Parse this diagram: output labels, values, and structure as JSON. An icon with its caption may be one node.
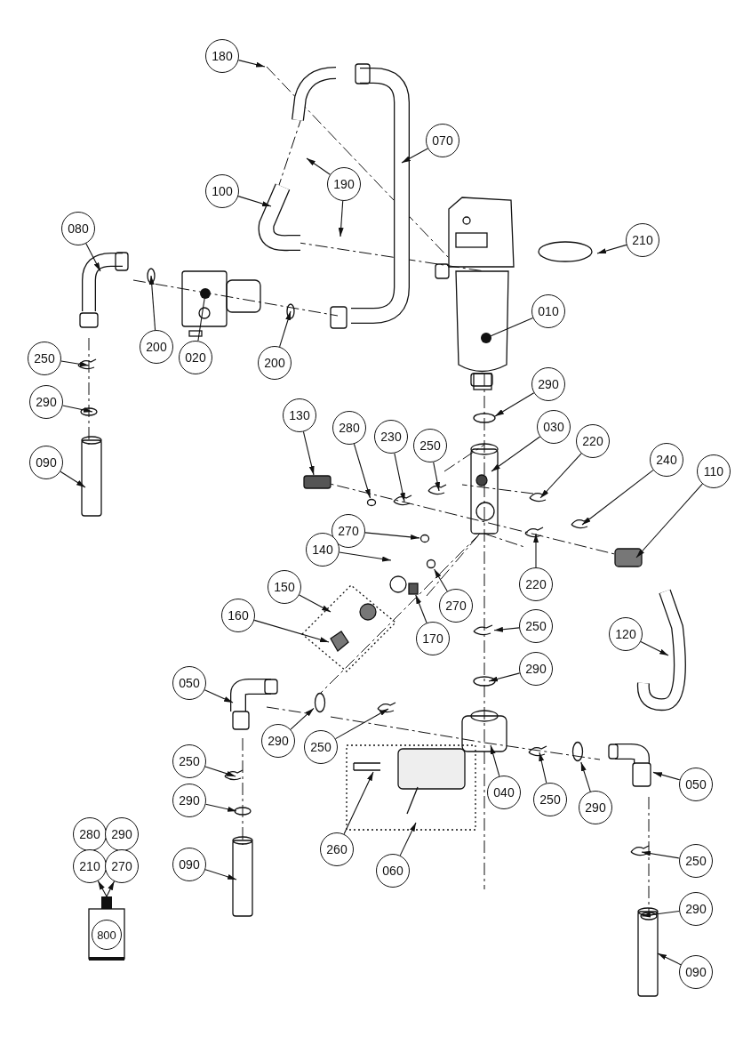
{
  "diagram": {
    "nodes": [
      {
        "text": [
          "180"
        ]
      },
      {
        "text": [
          "070"
        ]
      },
      {
        "text": [
          "190"
        ]
      },
      {
        "text": [
          "100"
        ]
      },
      {
        "text": [
          "080"
        ]
      },
      {
        "text": [
          "210"
        ]
      },
      {
        "text": [
          "010"
        ]
      },
      {
        "text": [
          "200"
        ]
      },
      {
        "text": [
          "020"
        ]
      },
      {
        "text": [
          "200"
        ]
      },
      {
        "text": [
          "250"
        ]
      },
      {
        "text": [
          "290"
        ]
      },
      {
        "text": [
          "290"
        ]
      },
      {
        "text": [
          "130"
        ]
      },
      {
        "text": [
          "280"
        ]
      },
      {
        "text": [
          "230"
        ]
      },
      {
        "text": [
          "250"
        ]
      },
      {
        "text": [
          "030"
        ]
      },
      {
        "text": [
          "220"
        ]
      },
      {
        "text": [
          "240"
        ]
      },
      {
        "text": [
          "110"
        ]
      },
      {
        "text": [
          "090"
        ]
      },
      {
        "text": [
          "270"
        ]
      },
      {
        "text": [
          "140"
        ]
      },
      {
        "text": [
          "150"
        ]
      },
      {
        "text": [
          "220"
        ]
      },
      {
        "text": [
          "270"
        ]
      },
      {
        "text": [
          "160"
        ]
      },
      {
        "text": [
          "170"
        ]
      },
      {
        "text": [
          "250"
        ]
      },
      {
        "text": [
          "120"
        ]
      },
      {
        "text": [
          "290"
        ]
      },
      {
        "text": [
          "050"
        ]
      },
      {
        "text": [
          "290"
        ]
      },
      {
        "text": [
          "250"
        ]
      },
      {
        "text": [
          "040"
        ]
      },
      {
        "text": [
          "250"
        ]
      },
      {
        "text": [
          "050"
        ]
      },
      {
        "text": [
          "250"
        ]
      },
      {
        "text": [
          "290"
        ]
      },
      {
        "text": [
          "290"
        ]
      },
      {
        "text": [
          "260"
        ]
      },
      {
        "text": [
          "060"
        ]
      },
      {
        "text": [
          "090"
        ]
      },
      {
        "text": [
          "250"
        ]
      },
      {
        "text": [
          "290"
        ]
      },
      {
        "text": [
          "090"
        ]
      },
      {
        "text": [
          "280"
        ]
      },
      {
        "text": [
          "290"
        ]
      },
      {
        "text": [
          "210"
        ]
      },
      {
        "text": [
          "270"
        ]
      },
      {
        "text": [],
        "shape": "picture"
      },
      {
        "text": [
          "800"
        ],
        "in": 51
      },
      {
        "text": [],
        "shape": "circle"
      },
      {
        "text": [],
        "shape": "box"
      },
      {
        "text": [],
        "shape": "picture"
      },
      {
        "text": [],
        "shape": "circle"
      },
      {
        "text": [],
        "shape": "picture"
      },
      {
        "text": [],
        "shape": "circle"
      },
      {
        "text": [],
        "shape": "circle"
      },
      {
        "text": [],
        "shape": "circle"
      }
    ],
    "edges": [
      {
        "from": 0,
        "to": null,
        "arrow": "to"
      },
      {
        "from": 1,
        "to": null,
        "arrow": "to"
      },
      {
        "from": 2,
        "to": null,
        "arrow": "to"
      },
      {
        "from": 2,
        "to": null,
        "arrow": "to"
      },
      {
        "from": 3,
        "to": null,
        "arrow": "to"
      },
      {
        "from": 4,
        "to": null,
        "arrow": "to"
      },
      {
        "from": 5,
        "to": null,
        "arrow": "to"
      },
      {
        "from": 6,
        "to": null,
        "arrow": "other"
      },
      {
        "from": 7,
        "to": null,
        "arrow": "to"
      },
      {
        "from": 8,
        "to": null,
        "arrow": "other"
      },
      {
        "from": 9,
        "to": null,
        "arrow": "to"
      },
      {
        "from": 10,
        "to": null,
        "arrow": "to"
      },
      {
        "from": 11,
        "to": null,
        "arrow": "to"
      },
      {
        "from": 12,
        "to": null,
        "arrow": "to"
      },
      {
        "from": 13,
        "to": null,
        "arrow": "to"
      },
      {
        "from": 14,
        "to": 53,
        "arrow": "to"
      },
      {
        "from": 15,
        "to": null,
        "arrow": "to"
      },
      {
        "from": 16,
        "to": null,
        "arrow": "to"
      },
      {
        "from": 17,
        "to": null,
        "arrow": "to"
      },
      {
        "from": 18,
        "to": null,
        "arrow": "to"
      },
      {
        "from": 19,
        "to": null,
        "arrow": "to"
      },
      {
        "from": 20,
        "to": null,
        "arrow": "to"
      },
      {
        "from": 21,
        "to": null,
        "arrow": "to"
      },
      {
        "from": 22,
        "to": 60,
        "arrow": "to"
      },
      {
        "from": 23,
        "to": null,
        "arrow": "to"
      },
      {
        "from": 24,
        "to": null,
        "arrow": "to"
      },
      {
        "from": 25,
        "to": null,
        "arrow": "to"
      },
      {
        "from": 26,
        "to": 59,
        "arrow": "to"
      },
      {
        "from": 27,
        "to": null,
        "arrow": "to"
      },
      {
        "from": 28,
        "to": 54,
        "arrow": "to"
      },
      {
        "from": 29,
        "to": 55,
        "arrow": "to"
      },
      {
        "from": 30,
        "to": null,
        "arrow": "to"
      },
      {
        "from": 31,
        "to": null,
        "arrow": "to"
      },
      {
        "from": 32,
        "to": null,
        "arrow": "to"
      },
      {
        "from": 33,
        "to": 56,
        "arrow": "to"
      },
      {
        "from": 34,
        "to": null,
        "arrow": "to"
      },
      {
        "from": 35,
        "to": null,
        "arrow": "to"
      },
      {
        "from": 36,
        "to": null,
        "arrow": "to"
      },
      {
        "from": 37,
        "to": 57,
        "arrow": "to"
      },
      {
        "from": 38,
        "to": null,
        "arrow": "to"
      },
      {
        "from": 39,
        "to": 58,
        "arrow": "to"
      },
      {
        "from": 40,
        "to": null,
        "arrow": "to"
      },
      {
        "from": 41,
        "to": null,
        "arrow": "to"
      },
      {
        "from": 42,
        "to": null,
        "arrow": "to"
      },
      {
        "from": 43,
        "to": null,
        "arrow": "to"
      },
      {
        "from": 44,
        "to": null,
        "arrow": "to"
      },
      {
        "from": 45,
        "to": null,
        "arrow": "to"
      },
      {
        "from": 46,
        "to": null,
        "arrow": "to"
      },
      {
        "from": 51,
        "to": 49,
        "arrow": "to"
      },
      {
        "from": 51,
        "to": 50,
        "arrow": "to"
      }
    ]
  }
}
